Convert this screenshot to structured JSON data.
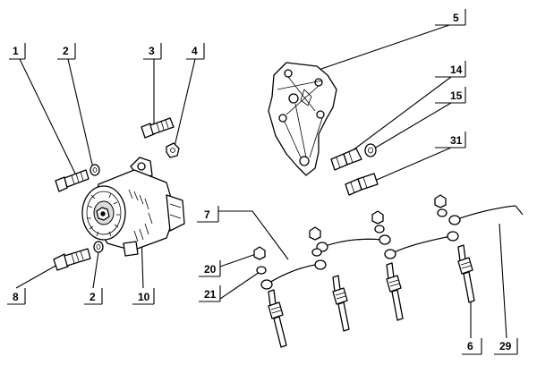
{
  "callouts": [
    {
      "id": "c1",
      "label": "1"
    },
    {
      "id": "c2a",
      "label": "2"
    },
    {
      "id": "c3",
      "label": "3"
    },
    {
      "id": "c4",
      "label": "4"
    },
    {
      "id": "c5",
      "label": "5"
    },
    {
      "id": "c14",
      "label": "14"
    },
    {
      "id": "c15",
      "label": "15"
    },
    {
      "id": "c31",
      "label": "31"
    },
    {
      "id": "c7",
      "label": "7"
    },
    {
      "id": "c20",
      "label": "20"
    },
    {
      "id": "c21",
      "label": "21"
    },
    {
      "id": "c8",
      "label": "8"
    },
    {
      "id": "c2b",
      "label": "2"
    },
    {
      "id": "c10",
      "label": "10"
    },
    {
      "id": "c6",
      "label": "6"
    },
    {
      "id": "c29",
      "label": "29"
    }
  ]
}
